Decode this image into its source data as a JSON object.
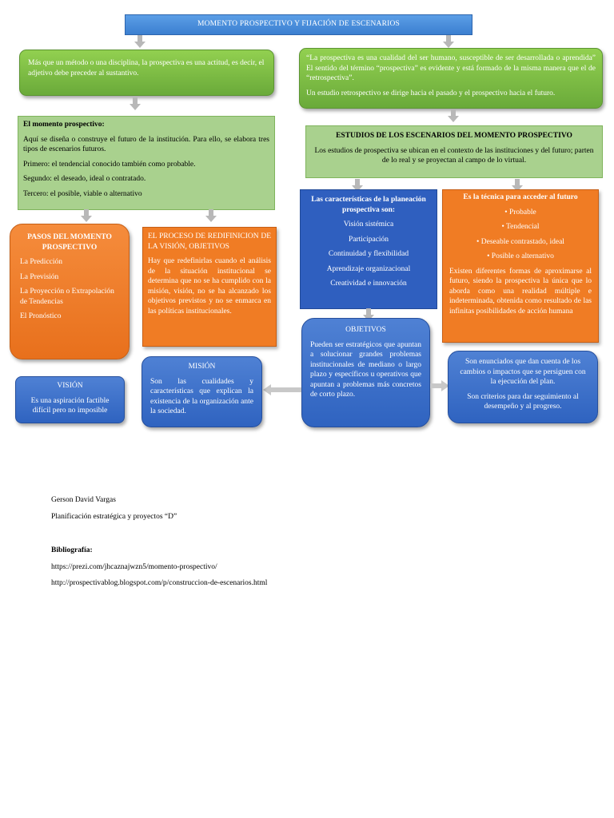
{
  "title": "MOMENTO PROSPECTIVO Y FIJACIÓN DE ESCENARIOS",
  "left_intro": "Más que un método o una disciplina, la prospectiva es una actitud, es decir, el adjetivo debe preceder al sustantivo.",
  "right_intro": {
    "p1": "“La prospectiva es una cualidad del ser humano, susceptible de ser desarrollada o aprendida” El sentido del término “prospectiva” es evidente y está formado de la misma manera que el de “retrospectiva”.",
    "p2": "Un estudio retrospectivo se dirige hacia el pasado y el prospectivo hacia el futuro."
  },
  "momento": {
    "heading": "El momento prospectivo:",
    "p1": "Aquí se diseña o construye el futuro de la institución. Para ello, se elabora tres tipos de escenarios futuros.",
    "p2": "Primero: el tendencial conocido también como probable.",
    "p3": "Segundo: el deseado, ideal o contratado.",
    "p4": "Tercero: el posible, viable o alternativo"
  },
  "estudios": {
    "heading": "ESTUDIOS DE LOS ESCENARIOS DEL MOMENTO PROSPECTIVO",
    "body": "Los estudios de prospectiva se ubican en el contexto de las instituciones y del futuro; parten de lo real y se proyectan al campo de lo virtual."
  },
  "pasos": {
    "heading": "PASOS DEL MOMENTO PROSPECTIVO",
    "items": [
      "La Predicción",
      "La Previsión",
      "La Proyección o Extrapolación de Tendencias",
      "El Pronóstico"
    ]
  },
  "proceso": {
    "heading": "EL PROCESO DE REDIFINICION DE LA VISIÓN, OBJETIVOS",
    "body": "Hay que redefinirlas cuando el análisis de la situación institucional se determina que no se ha cumplido con la misión, visión, no se ha alcanzado los objetivos previstos y no se enmarca en las políticas institucionales."
  },
  "caracteristicas": {
    "heading": "Las características de la planeación prospectiva son:",
    "items": [
      "Visión sistémica",
      "Participación",
      "Continuidad y flexibilidad",
      "Aprendizaje organizacional",
      "Creatividad e innovación"
    ]
  },
  "tecnica": {
    "heading": "Es la técnica para acceder al futuro",
    "items": [
      "• Probable",
      "• Tendencial",
      "• Deseable contrastado, ideal",
      "• Posible o alternativo"
    ],
    "body": "Existen diferentes formas de aproximarse al futuro, siendo la prospectiva la única que lo aborda como una realidad múltiple e indeterminada, obtenida como resultado de las infinitas posibilidades de acción humana"
  },
  "objetivos": {
    "heading": "OBJETIVOS",
    "body": "Pueden ser estratégicos que apuntan a solucionar grandes problemas institucionales de mediano o largo plazo y específicos u operativos que apuntan a problemas más concretos de corto plazo."
  },
  "enunciados": {
    "p1": "Son enunciados que dan cuenta de los cambios o impactos que se persiguen con la ejecución del plan.",
    "p2": "Son criterios para dar seguimiento al desempeño y al progreso."
  },
  "mision": {
    "heading": "MISIÓN",
    "body": "Son las cualidades y características que explican la existencia de la organización ante la sociedad."
  },
  "vision": {
    "heading": "VISIÓN",
    "body": "Es una aspiración factible difícil pero no imposible"
  },
  "footer": {
    "author": "Gerson David Vargas",
    "course": "Planificación estratégica y proyectos “D”",
    "biblio_heading": "Bibliografía:",
    "link1": "https://prezi.com/jhcaznajwzn5/momento-prospectivo/",
    "link2": "http://prospectivablog.blogspot.com/p/construccion-de-escenarios.html"
  }
}
